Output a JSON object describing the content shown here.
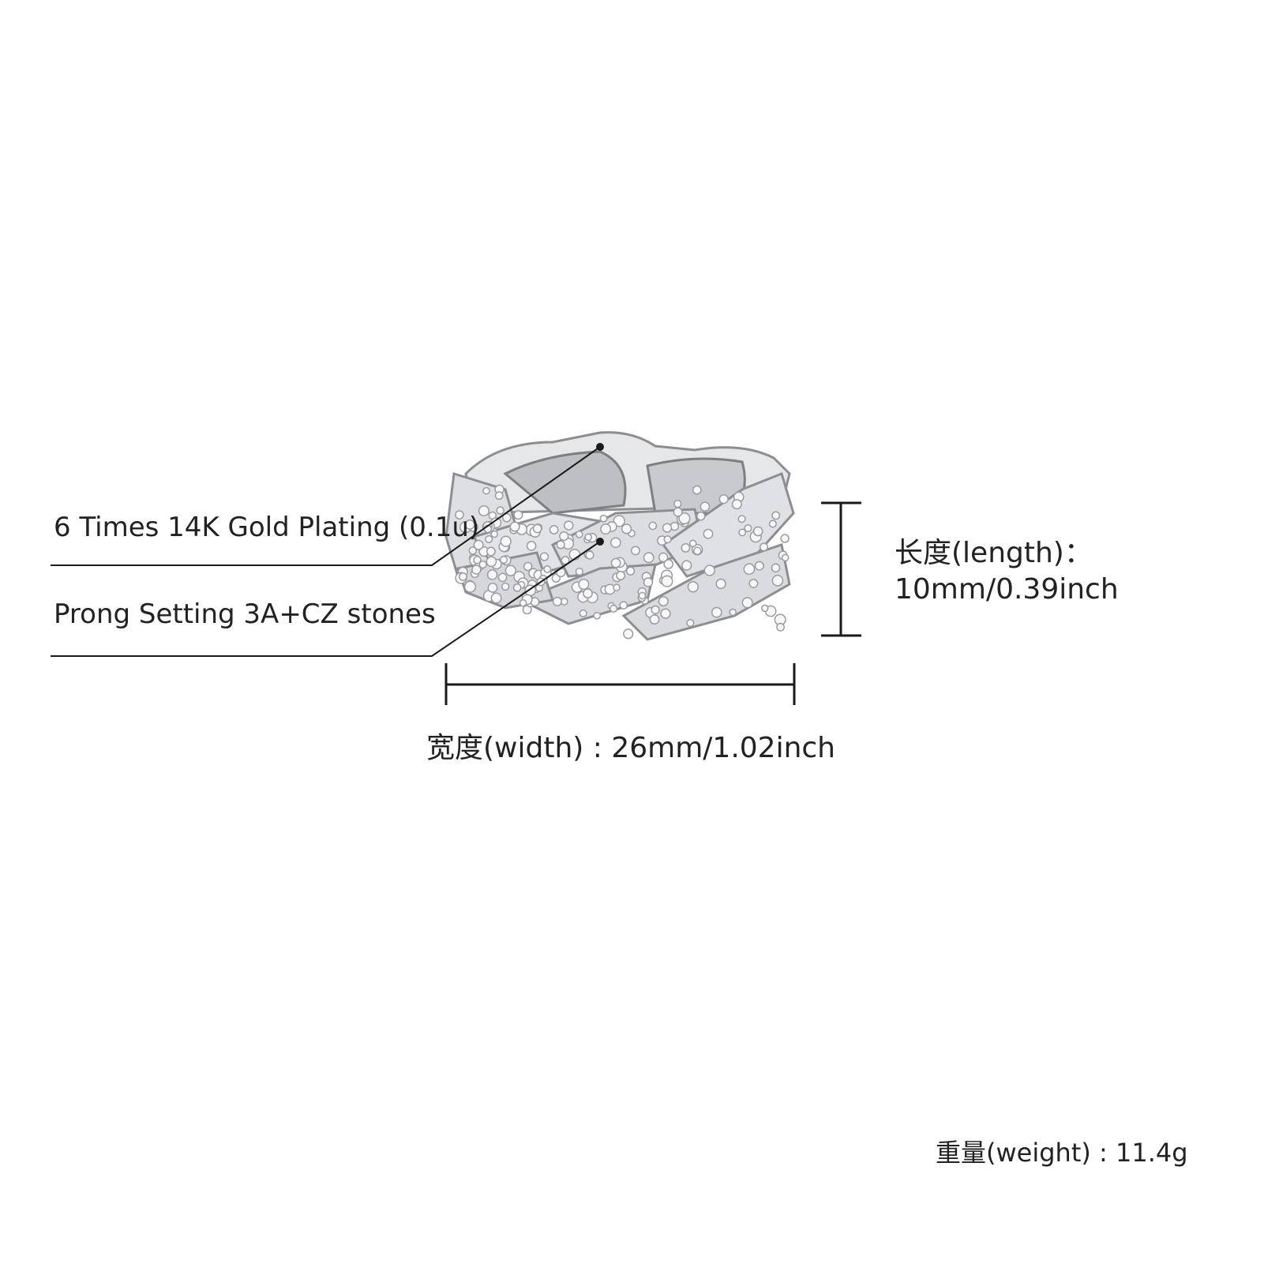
{
  "callouts": {
    "plating": "6 Times 14K Gold Plating (0.1u)",
    "setting": "Prong Setting 3A+CZ stones"
  },
  "dimensions": {
    "length_label": "长度(length)：",
    "length_value": "10mm/0.39inch",
    "width_text": "宽度(width) : 26mm/1.02inch",
    "weight_text": "重量(weight) : 11.4g"
  },
  "colors": {
    "line": "#1a1a1a",
    "metal": "#d9dadc",
    "metal_dark": "#8c8e92",
    "stone": "#f4f4f6"
  }
}
